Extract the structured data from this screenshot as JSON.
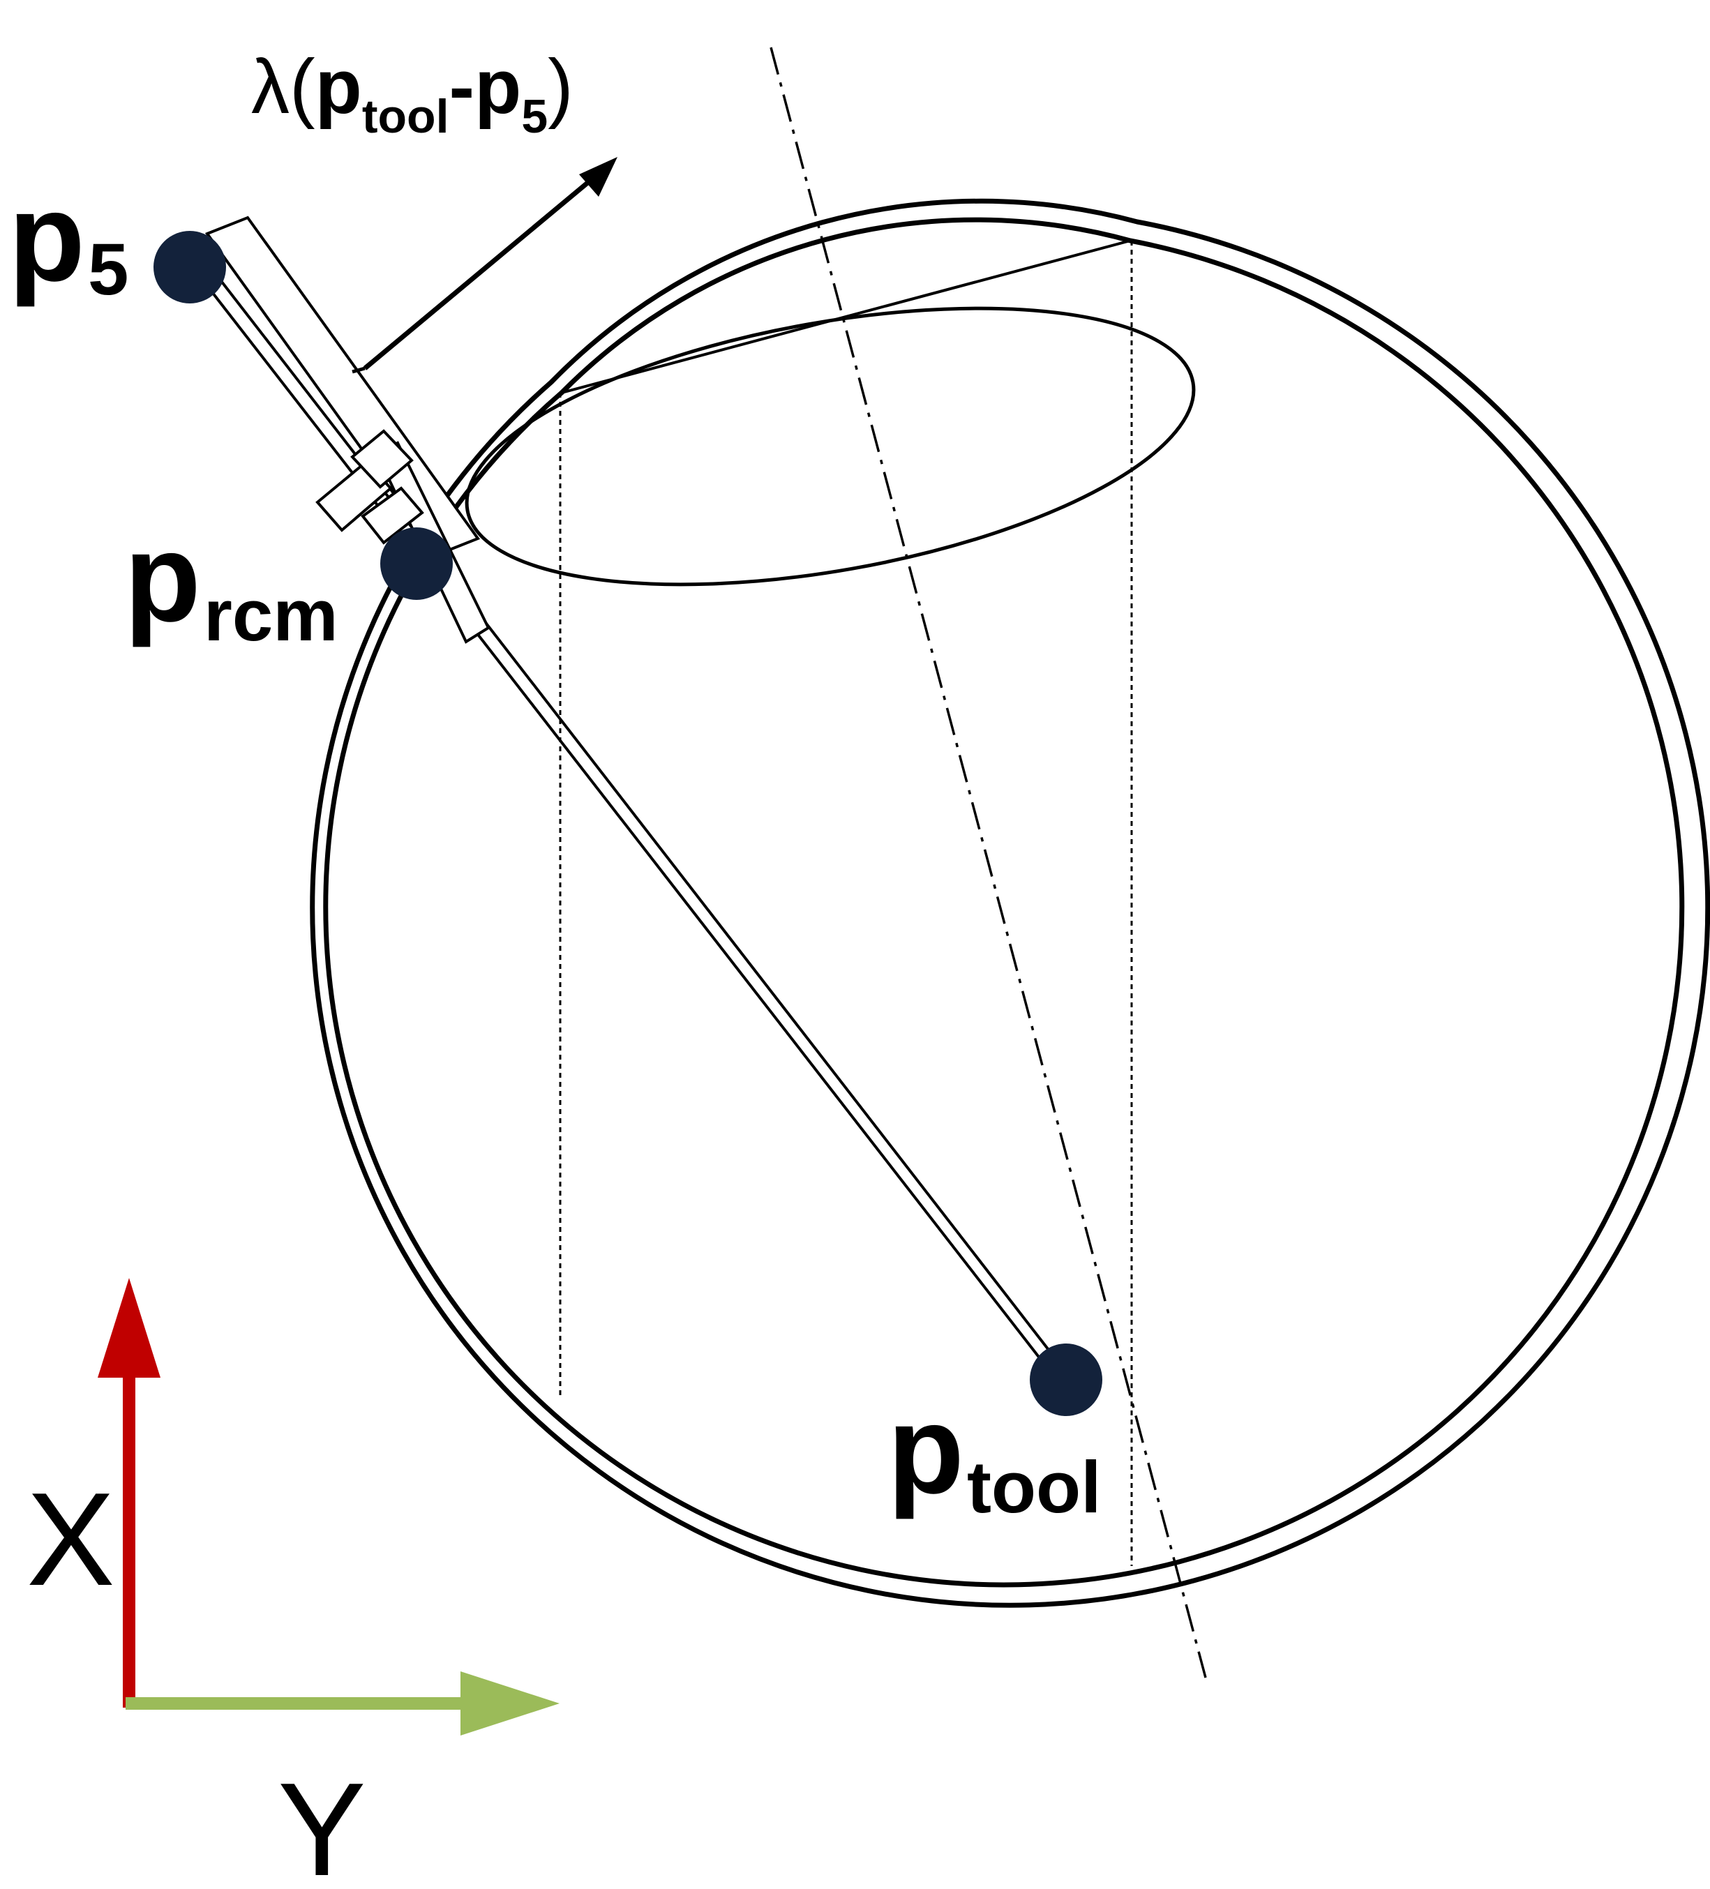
{
  "diagram": {
    "labels": {
      "p5": {
        "main": "p",
        "sub": "5"
      },
      "prcm": {
        "main": "p",
        "sub": "rcm"
      },
      "ptool": {
        "main": "p",
        "sub": "tool"
      },
      "direction": {
        "lambda": "λ(",
        "p1": "p",
        "sub1": "tool",
        "minus": "-",
        "p2": "p",
        "sub2": "5",
        "close": ")"
      }
    },
    "axes": {
      "x_label": "X",
      "y_label": "Y"
    },
    "colors": {
      "point": "#13223b",
      "x_axis": "#c00000",
      "y_axis": "#9bbb59",
      "line": "#000000"
    }
  }
}
